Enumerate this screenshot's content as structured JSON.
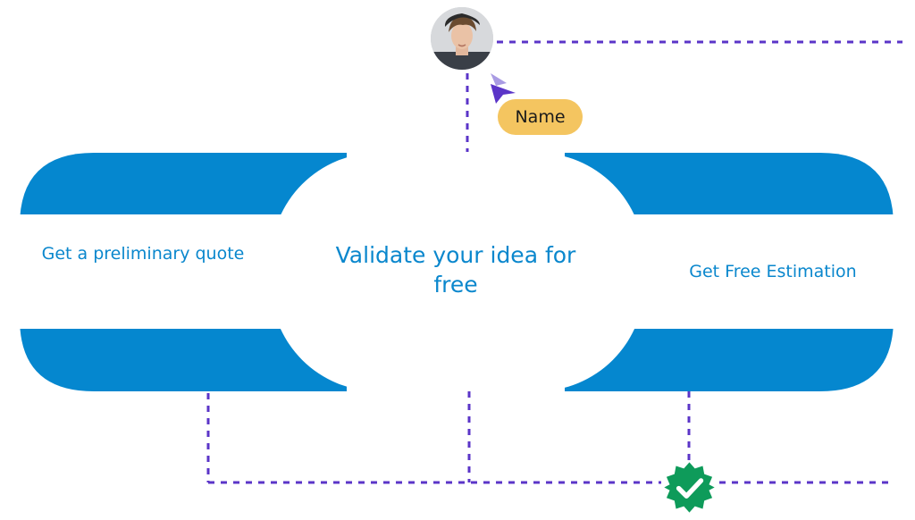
{
  "cards": {
    "left": "Get a preliminary quote",
    "center": "Validate your idea for free",
    "right": "Get Free Estimation"
  },
  "cursor_tag": "Name",
  "icons": {
    "avatar": "user-avatar-photo",
    "cursor": "pointer-cursor-icon",
    "badge": "verified-check-badge-icon"
  },
  "colors": {
    "band": "#0587cf",
    "text": "#0a87cd",
    "dashes": "#5b35c8",
    "name_tag": "#f4c560",
    "badge": "#0e9b5a"
  }
}
